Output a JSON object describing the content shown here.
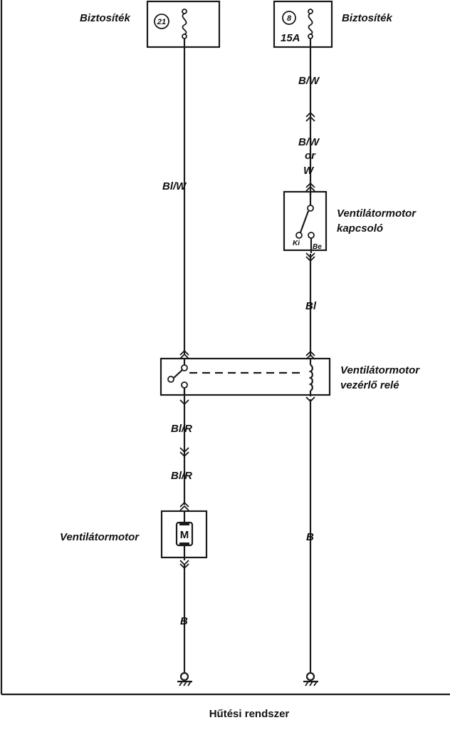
{
  "fuse_left": {
    "label": "Biztosíték",
    "number": "21"
  },
  "fuse_right": {
    "label": "Biztosíték",
    "number": "8",
    "rating": "15A"
  },
  "wires": {
    "right_top": "B/W",
    "right_mid_1": "B/W",
    "right_mid_or": "or",
    "right_mid_2": "W",
    "left_top": "Bl/W",
    "right_switch_out": "Bl",
    "left_relay_out_1": "Bl/R",
    "left_relay_out_2": "Bl/R",
    "right_ground": "B",
    "left_ground": "B"
  },
  "switch": {
    "name_line1": "Ventilátormotor",
    "name_line2": "kapcsoló",
    "pos_off": "Ki",
    "pos_on": "Be"
  },
  "relay": {
    "name_line1": "Ventilátormotor",
    "name_line2": "vezérlő relé"
  },
  "motor": {
    "name": "Ventilátormotor",
    "symbol": "M"
  },
  "caption": "Hűtési rendszer"
}
